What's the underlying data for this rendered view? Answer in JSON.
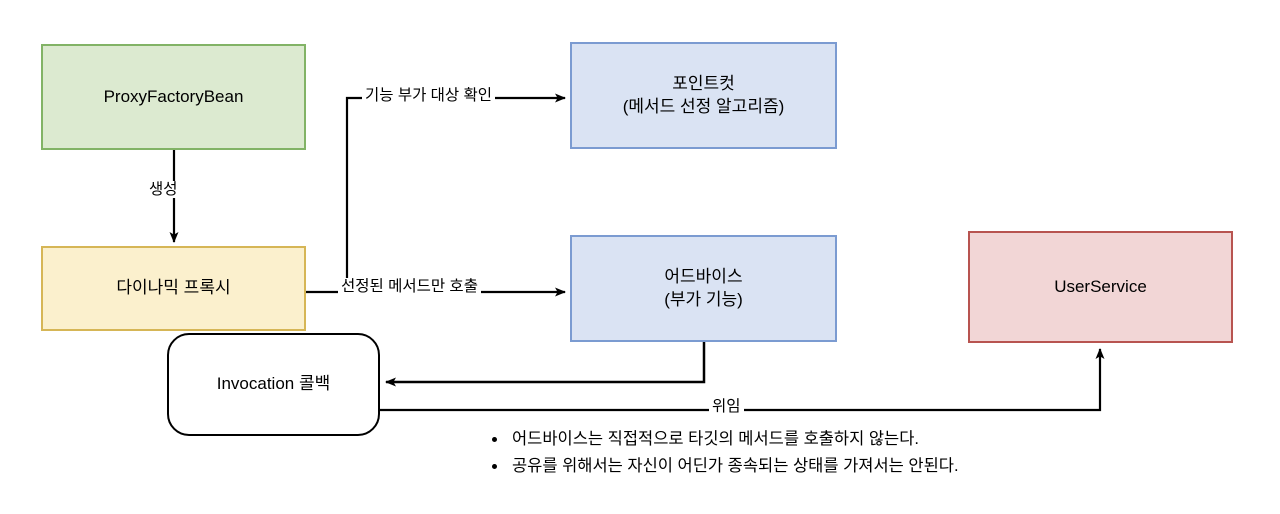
{
  "diagram": {
    "title": "Spring AOP ProxyFactoryBean structure",
    "nodes": {
      "proxy_factory_bean": {
        "label": "ProxyFactoryBean",
        "fill": "#dcead0",
        "stroke": "#82b366"
      },
      "pointcut": {
        "label": "포인트컷\n(메서드 선정 알고리즘)",
        "fill": "#dae3f3",
        "stroke": "#7b9bd1"
      },
      "dynamic_proxy": {
        "label": "다이나믹 프록시",
        "fill": "#fbf0cd",
        "stroke": "#d6b656"
      },
      "advice": {
        "label": "어드바이스\n(부가 기능)",
        "fill": "#dae3f3",
        "stroke": "#7b9bd1"
      },
      "user_service": {
        "label": "UserService",
        "fill": "#f2d6d6",
        "stroke": "#b85450"
      },
      "invocation_callback": {
        "label": "Invocation 콜백",
        "fill": "#ffffff",
        "stroke": "#000000"
      }
    },
    "edges": {
      "creation": "생성",
      "target_check": "기능 부가 대상 확인",
      "selected_method_call": "선정된 메서드만 호출",
      "delegate": "위임"
    },
    "notes": [
      "어드바이스는 직접적으로 타깃의 메서드를 호출하지 않는다.",
      "공유를 위해서는 자신이 어딘가 종속되는 상태를 가져서는 안된다."
    ]
  }
}
